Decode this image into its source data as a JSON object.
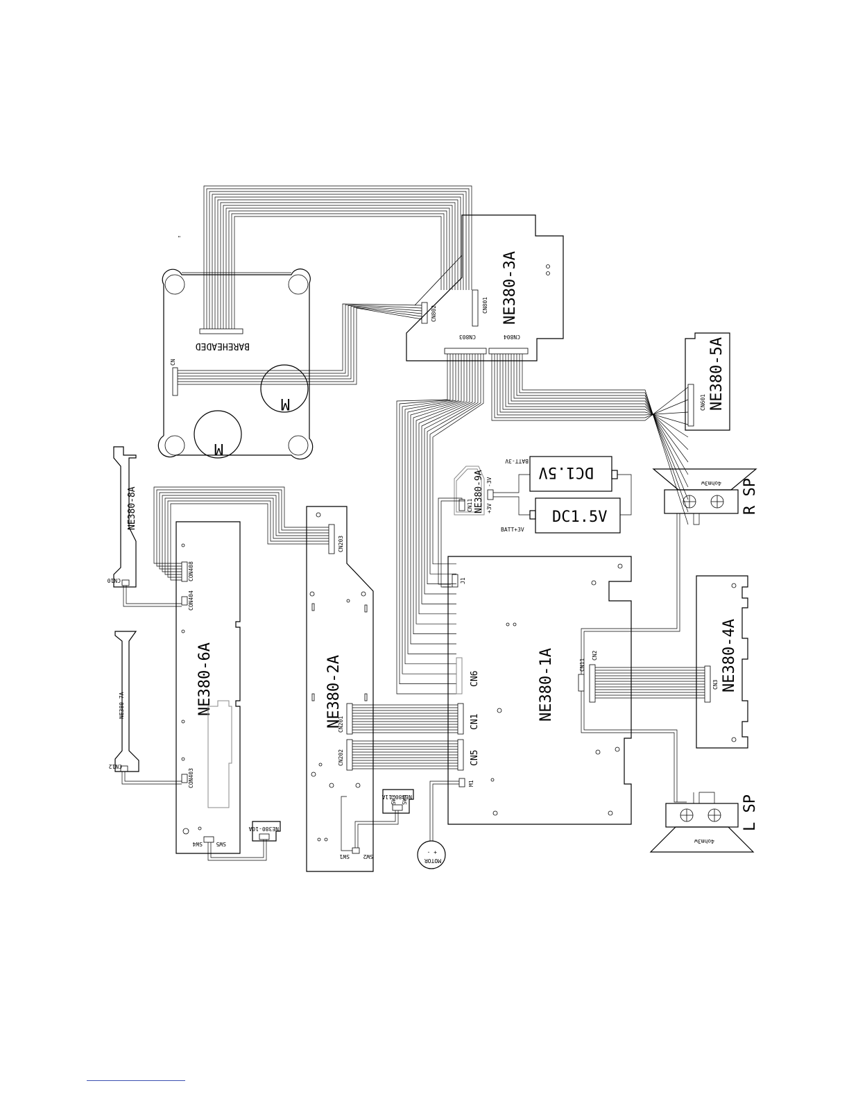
{
  "boards": {
    "b3a": "NE380-3A",
    "b5a": "NE380-5A",
    "b6a": "NE380-6A",
    "b2a": "NE380-2A",
    "b1a": "NE380-1A",
    "b4a": "NE380-4A",
    "b8a": "NE380-8A",
    "b7a": "NE380-7A",
    "b9a": "NE380-9A",
    "b10a": "NE380-10A",
    "b11a": "NE380-11A"
  },
  "labels": {
    "barehead": "BAREHEADED",
    "cn": "CN",
    "motor_m": "M",
    "dc_top": "DC1.5V",
    "dc_bottom": "DC1.5V",
    "batt_minus": "BATT-3V",
    "batt_plus": "BATT+3V",
    "v_minus": "-3V",
    "v_plus": "+3V",
    "r_sp": "R SP",
    "l_sp": "L SP",
    "ohm_r": "4ohm3w",
    "ohm_l": "4ohm3w",
    "motor": "MOTOR",
    "motor_pol": "+ -",
    "quote": "\""
  },
  "connectors": {
    "cn802": "CN802",
    "cn801": "CN801",
    "cn803": "CN803",
    "cn804": "CN804",
    "cn601": "CN601",
    "cn10": "CN10",
    "cn12": "CN12",
    "con408": "CON408",
    "con404": "CON404",
    "con403": "CON403",
    "cn203": "CN203",
    "cn201": "CN201",
    "cn202": "CN202",
    "cn11_9a": "CN11",
    "j1": "J1",
    "cn6": "CN6",
    "cn1": "CN1",
    "cn5": "CN5",
    "m1": "M1",
    "cn11": "CN11",
    "cn2": "CN2",
    "cn3": "CN3",
    "sw1": "SW1",
    "sw2": "SW2",
    "sw3": "SW3",
    "sw4_11a": "SW4",
    "sw4": "SW4",
    "sw5": "SW5"
  }
}
